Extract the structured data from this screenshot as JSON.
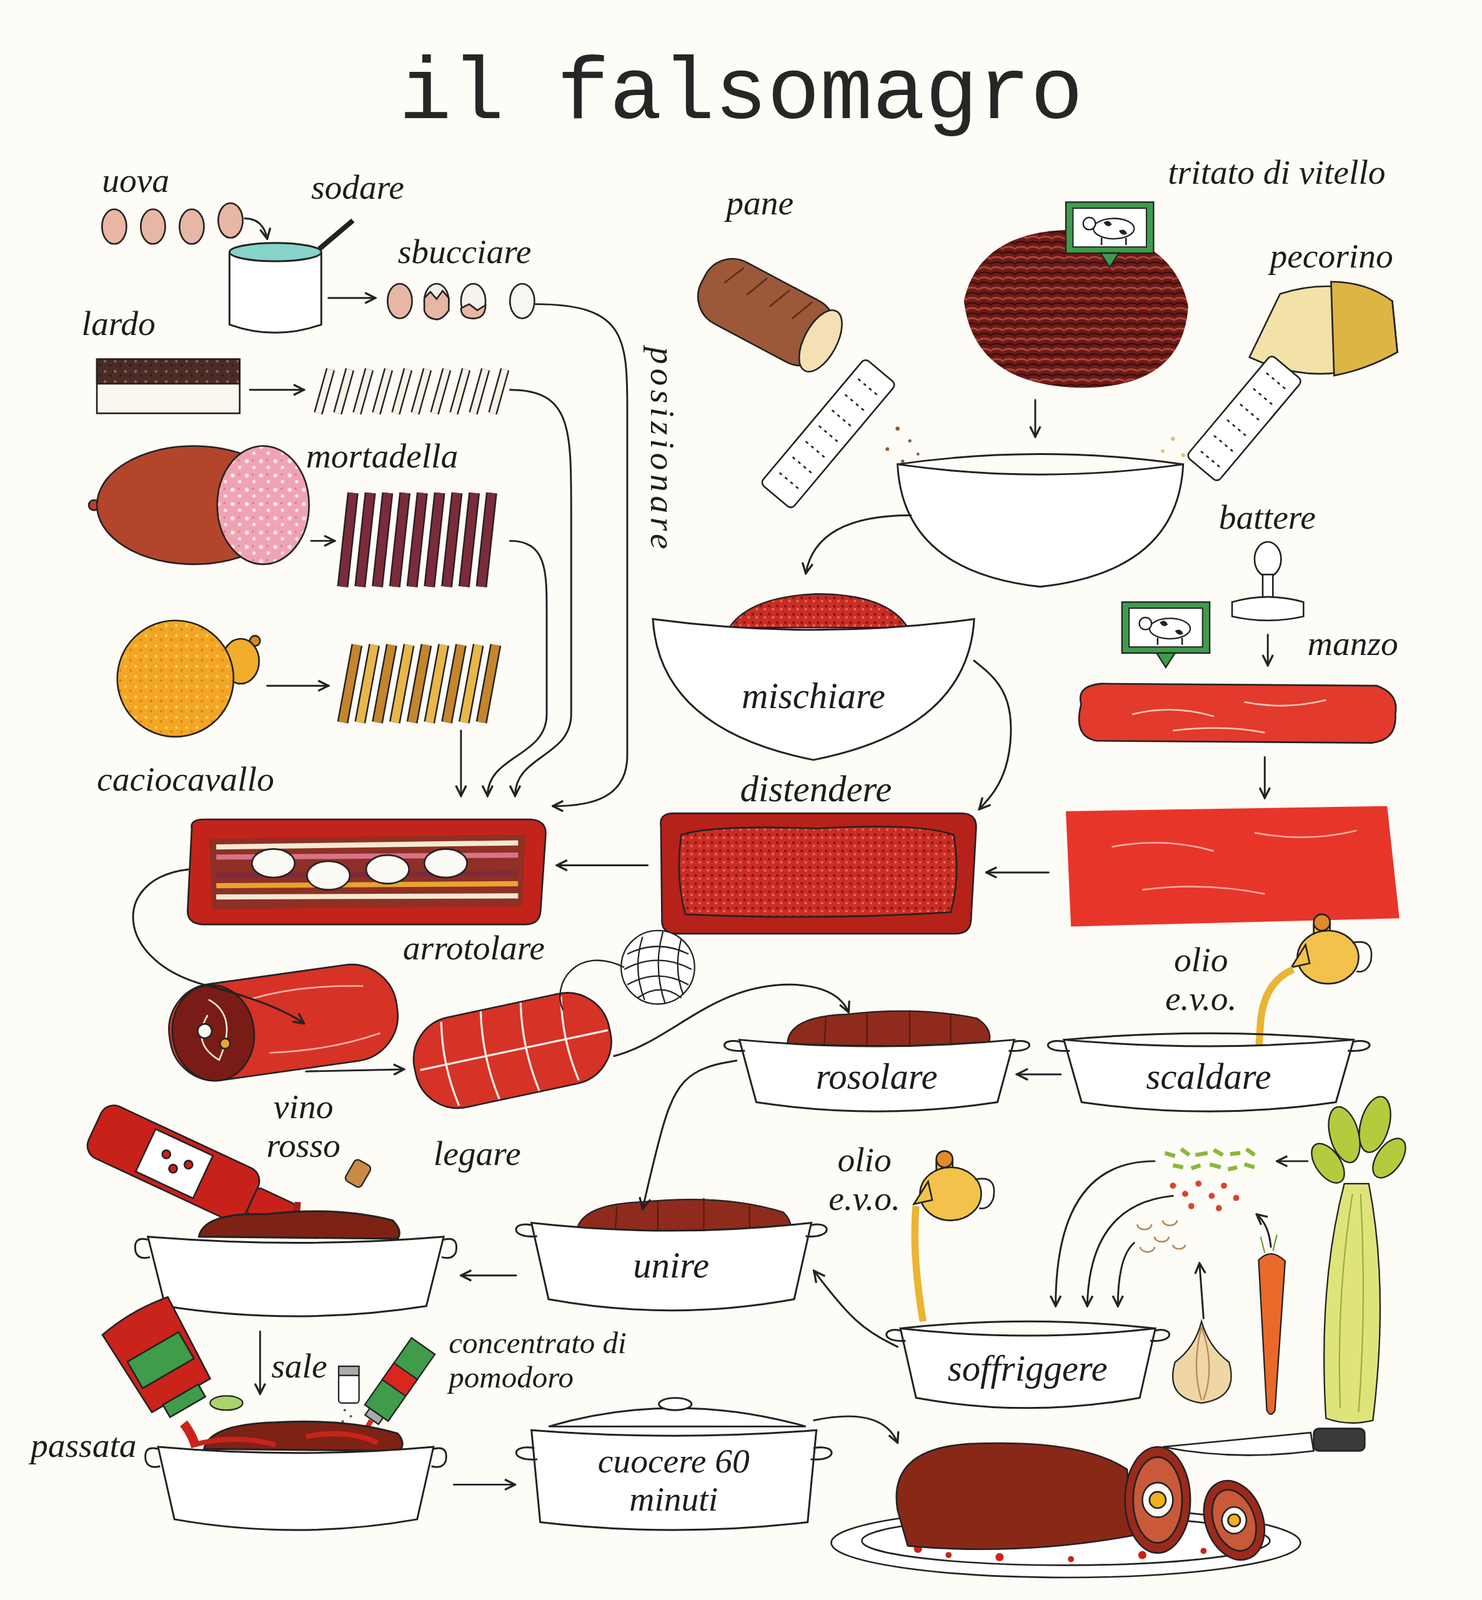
{
  "diagram": {
    "title": "il falsomagro",
    "nodes": [
      {
        "text": [
          "mischiare"
        ]
      },
      {
        "text": [
          "distendere"
        ]
      },
      {
        "text": [
          "scaldare"
        ]
      },
      {
        "text": [
          "rosolare"
        ]
      },
      {
        "text": [
          "soffriggere"
        ]
      },
      {
        "text": [
          "unire"
        ]
      },
      {
        "text": [
          "cuocere 60 minuti"
        ]
      }
    ],
    "edges": [
      {
        "from": 0,
        "to": 1,
        "arrow": "to"
      },
      {
        "from": 2,
        "to": 3,
        "arrow": "to"
      },
      {
        "from": 3,
        "to": 5,
        "arrow": "to"
      },
      {
        "from": 4,
        "to": 5,
        "arrow": "to"
      }
    ],
    "labels": [
      "uova",
      "sodare",
      "sbucciare",
      "lardo",
      "mortadella",
      "caciocavallo",
      "posizionare",
      "pane",
      "tritato di vitello",
      "pecorino",
      "battere",
      "manzo",
      "arrotolare",
      "legare",
      "olio e.v.o.",
      "vino rosso",
      "olio e.v.o.",
      "sale",
      "concentrato di pomodoro",
      "passata"
    ]
  }
}
